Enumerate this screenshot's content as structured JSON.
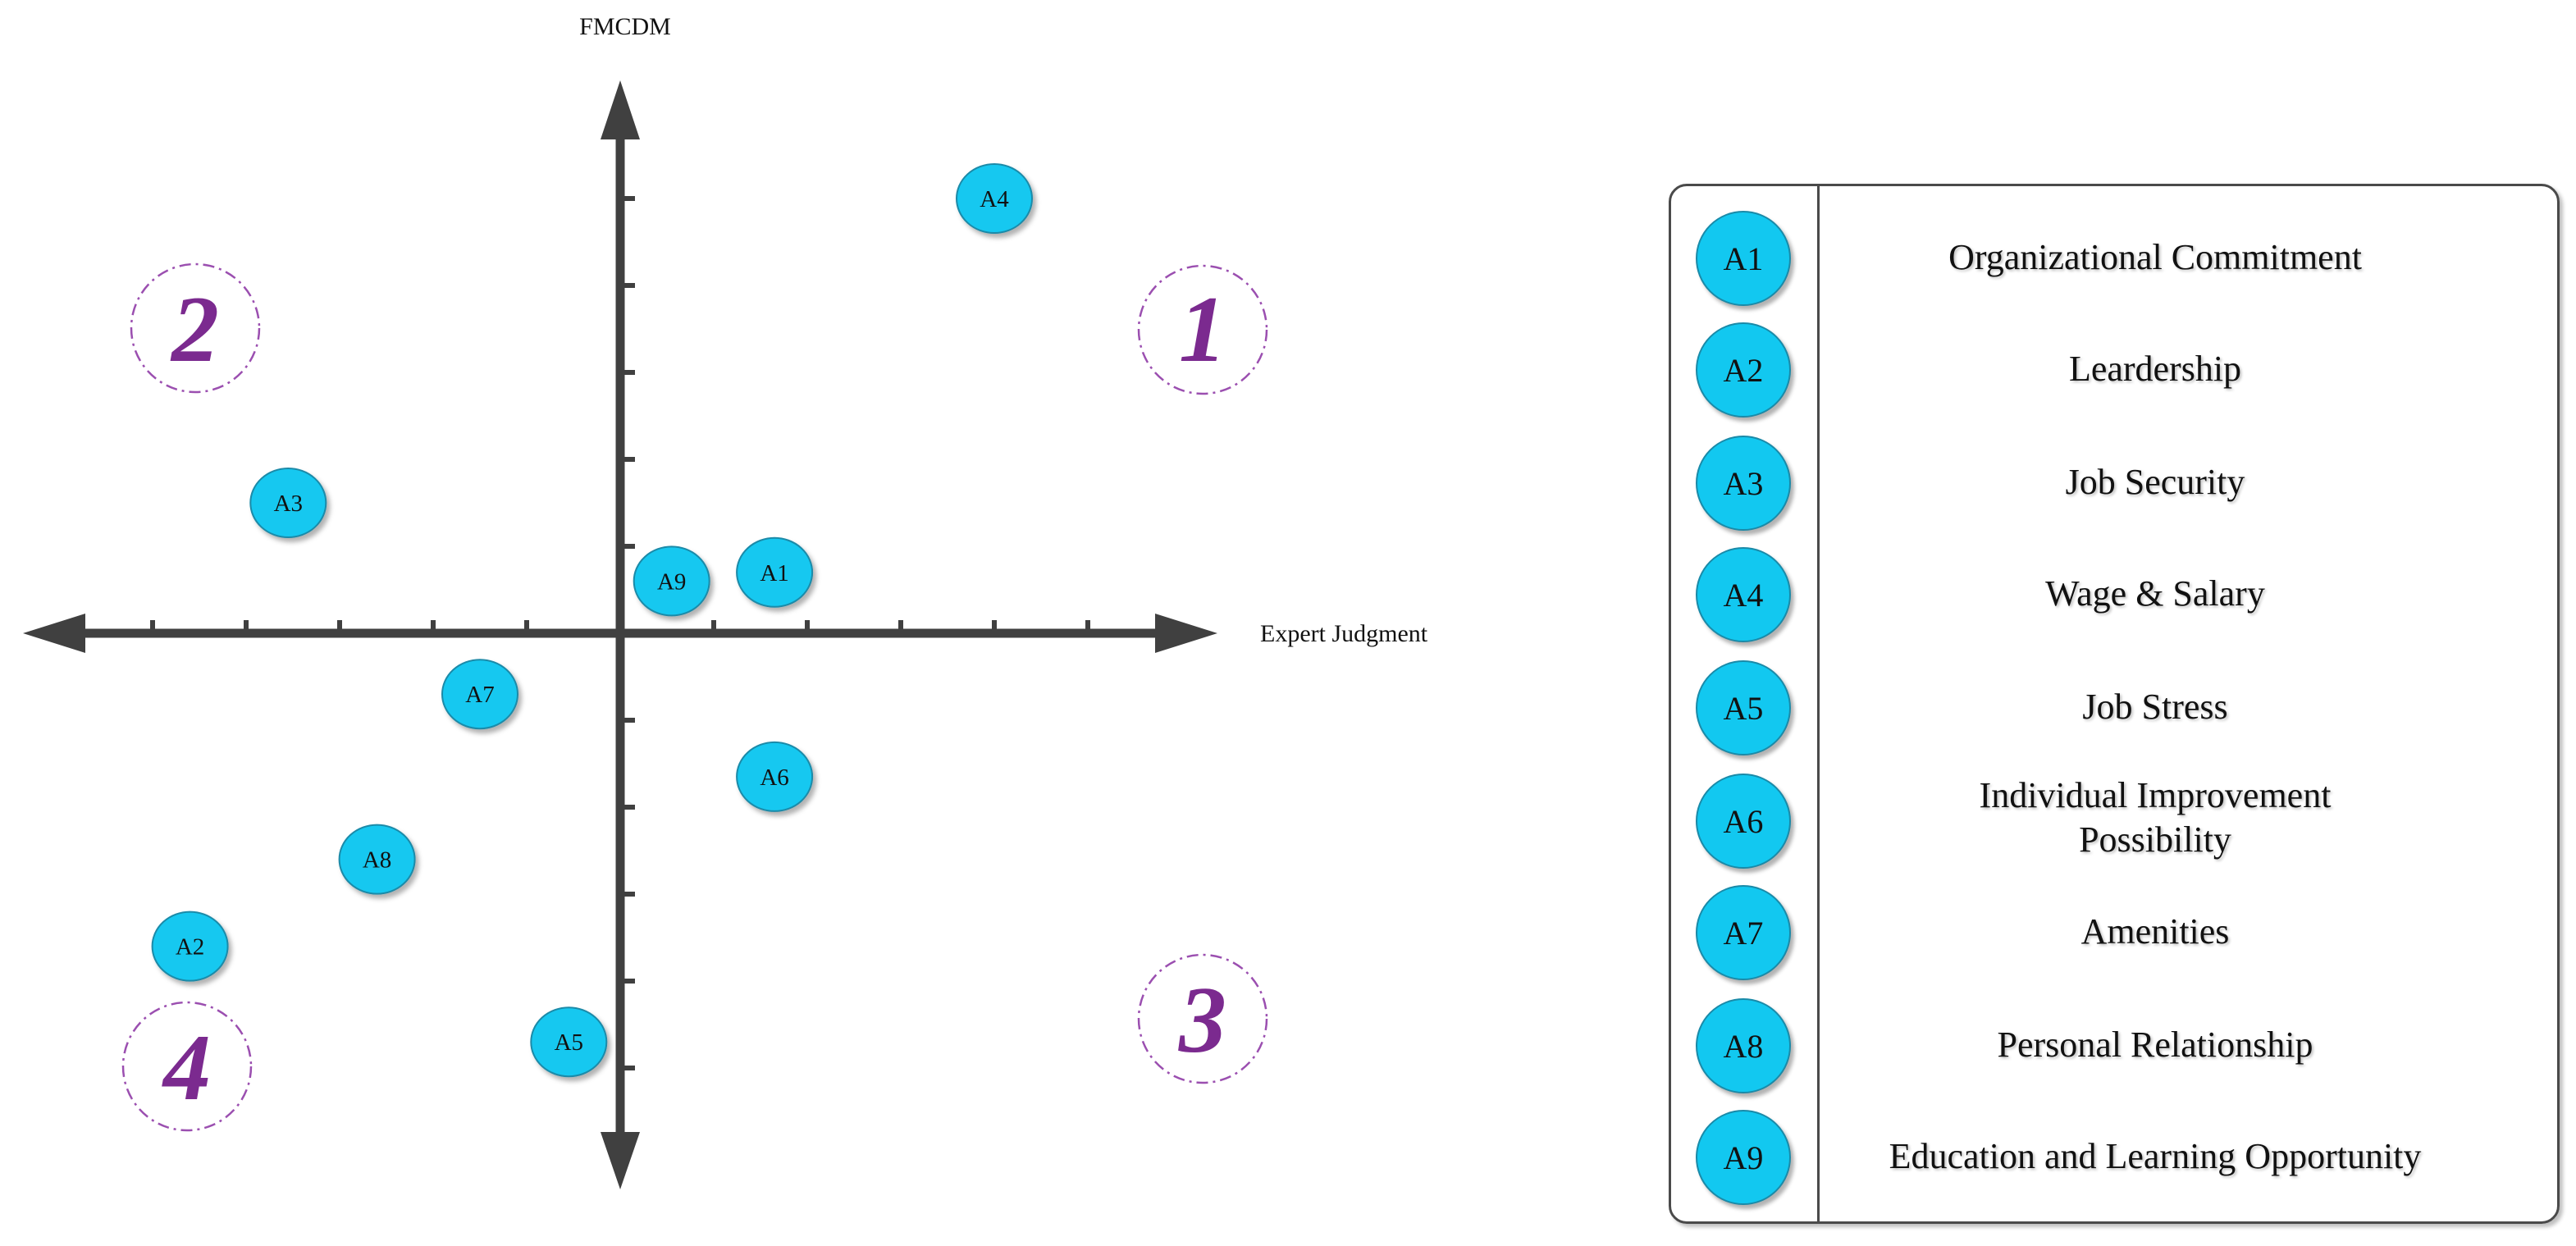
{
  "axes": {
    "y_label": "FMCDM",
    "x_label": "Expert Judgment"
  },
  "quadrants": [
    {
      "number": "1"
    },
    {
      "number": "2"
    },
    {
      "number": "3"
    },
    {
      "number": "4"
    }
  ],
  "points": [
    {
      "id": "A1",
      "x": 1.65,
      "y": 0.7
    },
    {
      "id": "A2",
      "x": -4.6,
      "y": -3.6
    },
    {
      "id": "A3",
      "x": -3.55,
      "y": 1.5
    },
    {
      "id": "A4",
      "x": 4.0,
      "y": 5.0
    },
    {
      "id": "A5",
      "x": -0.55,
      "y": -4.7
    },
    {
      "id": "A6",
      "x": 1.65,
      "y": -1.65
    },
    {
      "id": "A7",
      "x": -1.5,
      "y": -0.7
    },
    {
      "id": "A8",
      "x": -2.6,
      "y": -2.6
    },
    {
      "id": "A9",
      "x": 0.55,
      "y": 0.6
    }
  ],
  "legend": [
    {
      "id": "A1",
      "label": "Organizational Commitment"
    },
    {
      "id": "A2",
      "label": "Leardership"
    },
    {
      "id": "A3",
      "label": "Job Security"
    },
    {
      "id": "A4",
      "label": "Wage & Salary"
    },
    {
      "id": "A5",
      "label": "Job Stress"
    },
    {
      "id": "A6",
      "label": "Individual Improvement Possibility"
    },
    {
      "id": "A7",
      "label": "Amenities"
    },
    {
      "id": "A8",
      "label": "Personal Relationship"
    },
    {
      "id": "A9",
      "label": "Education and Learning Opportunity"
    }
  ],
  "colors": {
    "point_fill": "#12c8f0",
    "axis": "#404040",
    "quadrant": "#7b2a8f"
  }
}
